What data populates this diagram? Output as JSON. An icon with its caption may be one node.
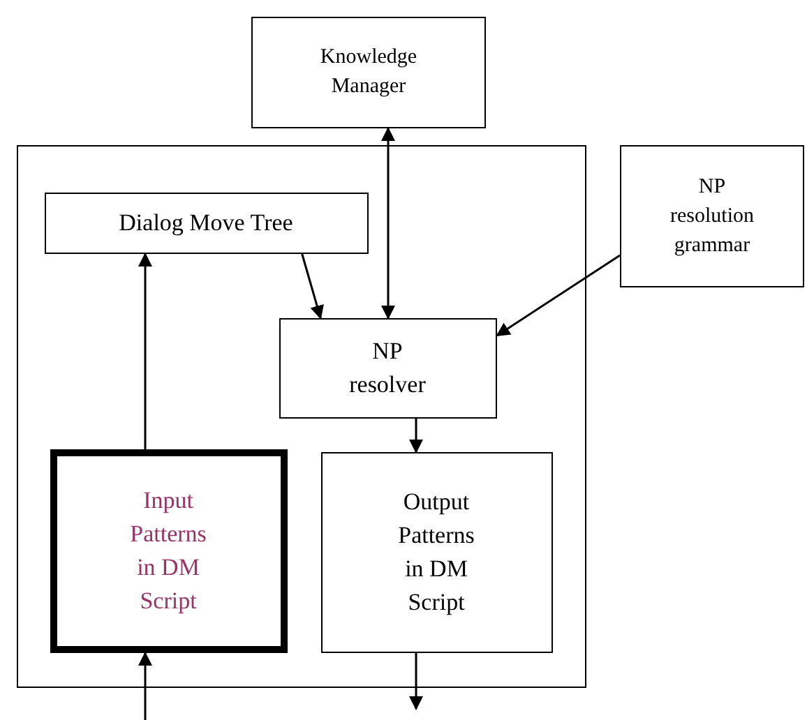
{
  "diagram": {
    "nodes": [
      {
        "text": [
          "Knowledge Manager"
        ]
      },
      {
        "text": [],
        "shape": "box"
      },
      {
        "text": [
          "Dialog Move Tree"
        ],
        "in": 1
      },
      {
        "text": [
          "NP resolution grammar"
        ]
      },
      {
        "text": [
          "NP resolver"
        ],
        "in": 1
      },
      {
        "text": [
          "Input Patterns in DM Script"
        ],
        "in": 1
      },
      {
        "text": [
          "Output Patterns in DM Script"
        ],
        "in": 1
      }
    ],
    "edges": [
      {
        "from": 0,
        "to": 4,
        "arrow": "both"
      },
      {
        "from": 2,
        "to": 4,
        "arrow": "to"
      },
      {
        "from": 3,
        "to": 4,
        "arrow": "to"
      },
      {
        "from": 4,
        "to": 6,
        "arrow": "to"
      },
      {
        "from": 5,
        "to": 2,
        "arrow": "to"
      },
      {
        "from": null,
        "to": 5,
        "arrow": "to"
      },
      {
        "from": 6,
        "to": null,
        "arrow": "to"
      }
    ]
  }
}
